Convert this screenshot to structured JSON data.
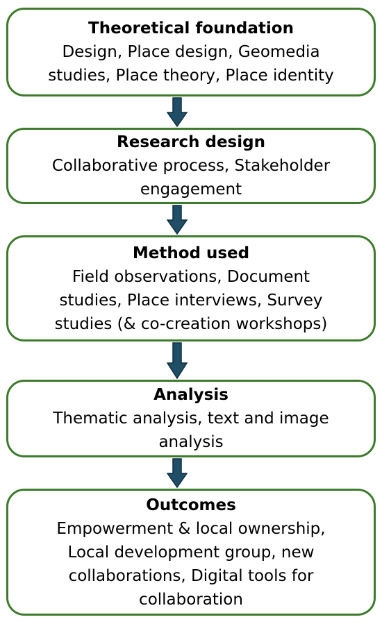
{
  "boxes": [
    {
      "title": "Theoretical foundation",
      "lines": [
        "Design, Place design, Geomedia",
        "studies, Place theory, Place identity"
      ]
    },
    {
      "title": "Research design",
      "lines": [
        "Collaborative process, Stakeholder",
        "engagement"
      ]
    },
    {
      "title": "Method used",
      "lines": [
        "Field observations, Document",
        "studies, Place interviews, Survey",
        "studies (& co-creation workshops)"
      ]
    },
    {
      "title": "Analysis",
      "lines": [
        "Thematic analysis, text and image",
        "analysis"
      ]
    },
    {
      "title": "Outcomes",
      "lines": [
        "Empowerment & local ownership,",
        "Local development group, new",
        "collaborations, Digital tools for",
        "collaboration"
      ]
    }
  ],
  "colors": {
    "box_border": "#3d7a2c",
    "arrow_fill": "#1f4e66",
    "arrow_stroke": "#0f2f40"
  }
}
